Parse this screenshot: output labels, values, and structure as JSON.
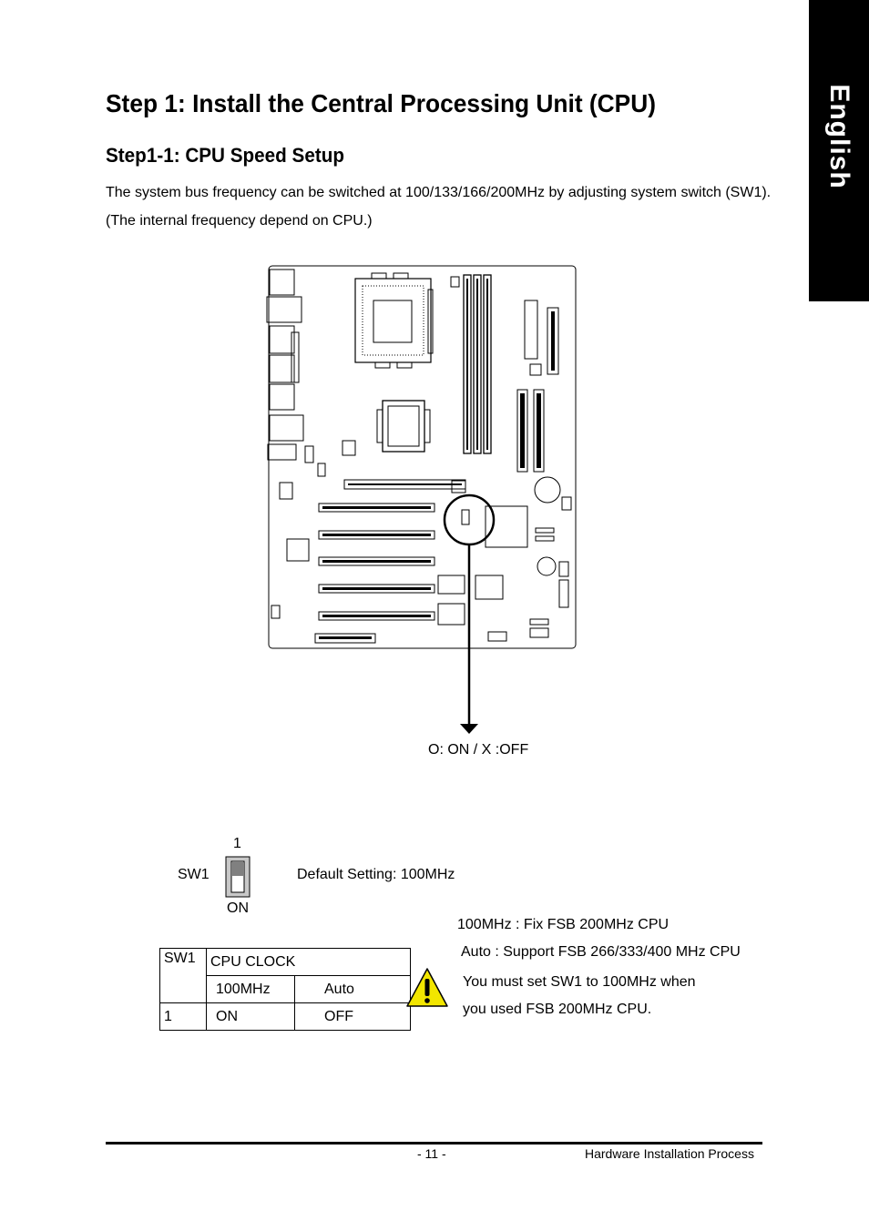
{
  "side_tab": {
    "label": "English"
  },
  "page": {
    "title": "Step 1: Install the Central Processing Unit (CPU)",
    "section_title": "Step1-1: CPU Speed Setup",
    "intro": "The system bus frequency can be switched at 100/133/166/200MHz by adjusting system switch (SW1). (The internal frequency depend on CPU.)"
  },
  "diagram": {
    "legend": "O: ON / X :OFF"
  },
  "switch": {
    "name": "SW1",
    "pin_label": "1",
    "on_label": "ON",
    "default_setting": "Default  Setting: 100MHz"
  },
  "clock_table": {
    "header_col": "SW1",
    "header_title": "CPU CLOCK",
    "options": [
      "100MHz",
      "Auto"
    ],
    "row_label": "1",
    "row_values": [
      "ON",
      "OFF"
    ]
  },
  "notes": {
    "line1": "100MHz : Fix FSB 200MHz CPU",
    "line2": "Auto : Support FSB 266/333/400 MHz CPU",
    "line3": "You must set SW1 to 100MHz when",
    "line4": "you used FSB 200MHz CPU."
  },
  "footer": {
    "page_number": "- 11 -",
    "title": "Hardware Installation Process"
  },
  "colors": {
    "warning_fill": "#f2e600",
    "tab_bg": "#000000"
  }
}
